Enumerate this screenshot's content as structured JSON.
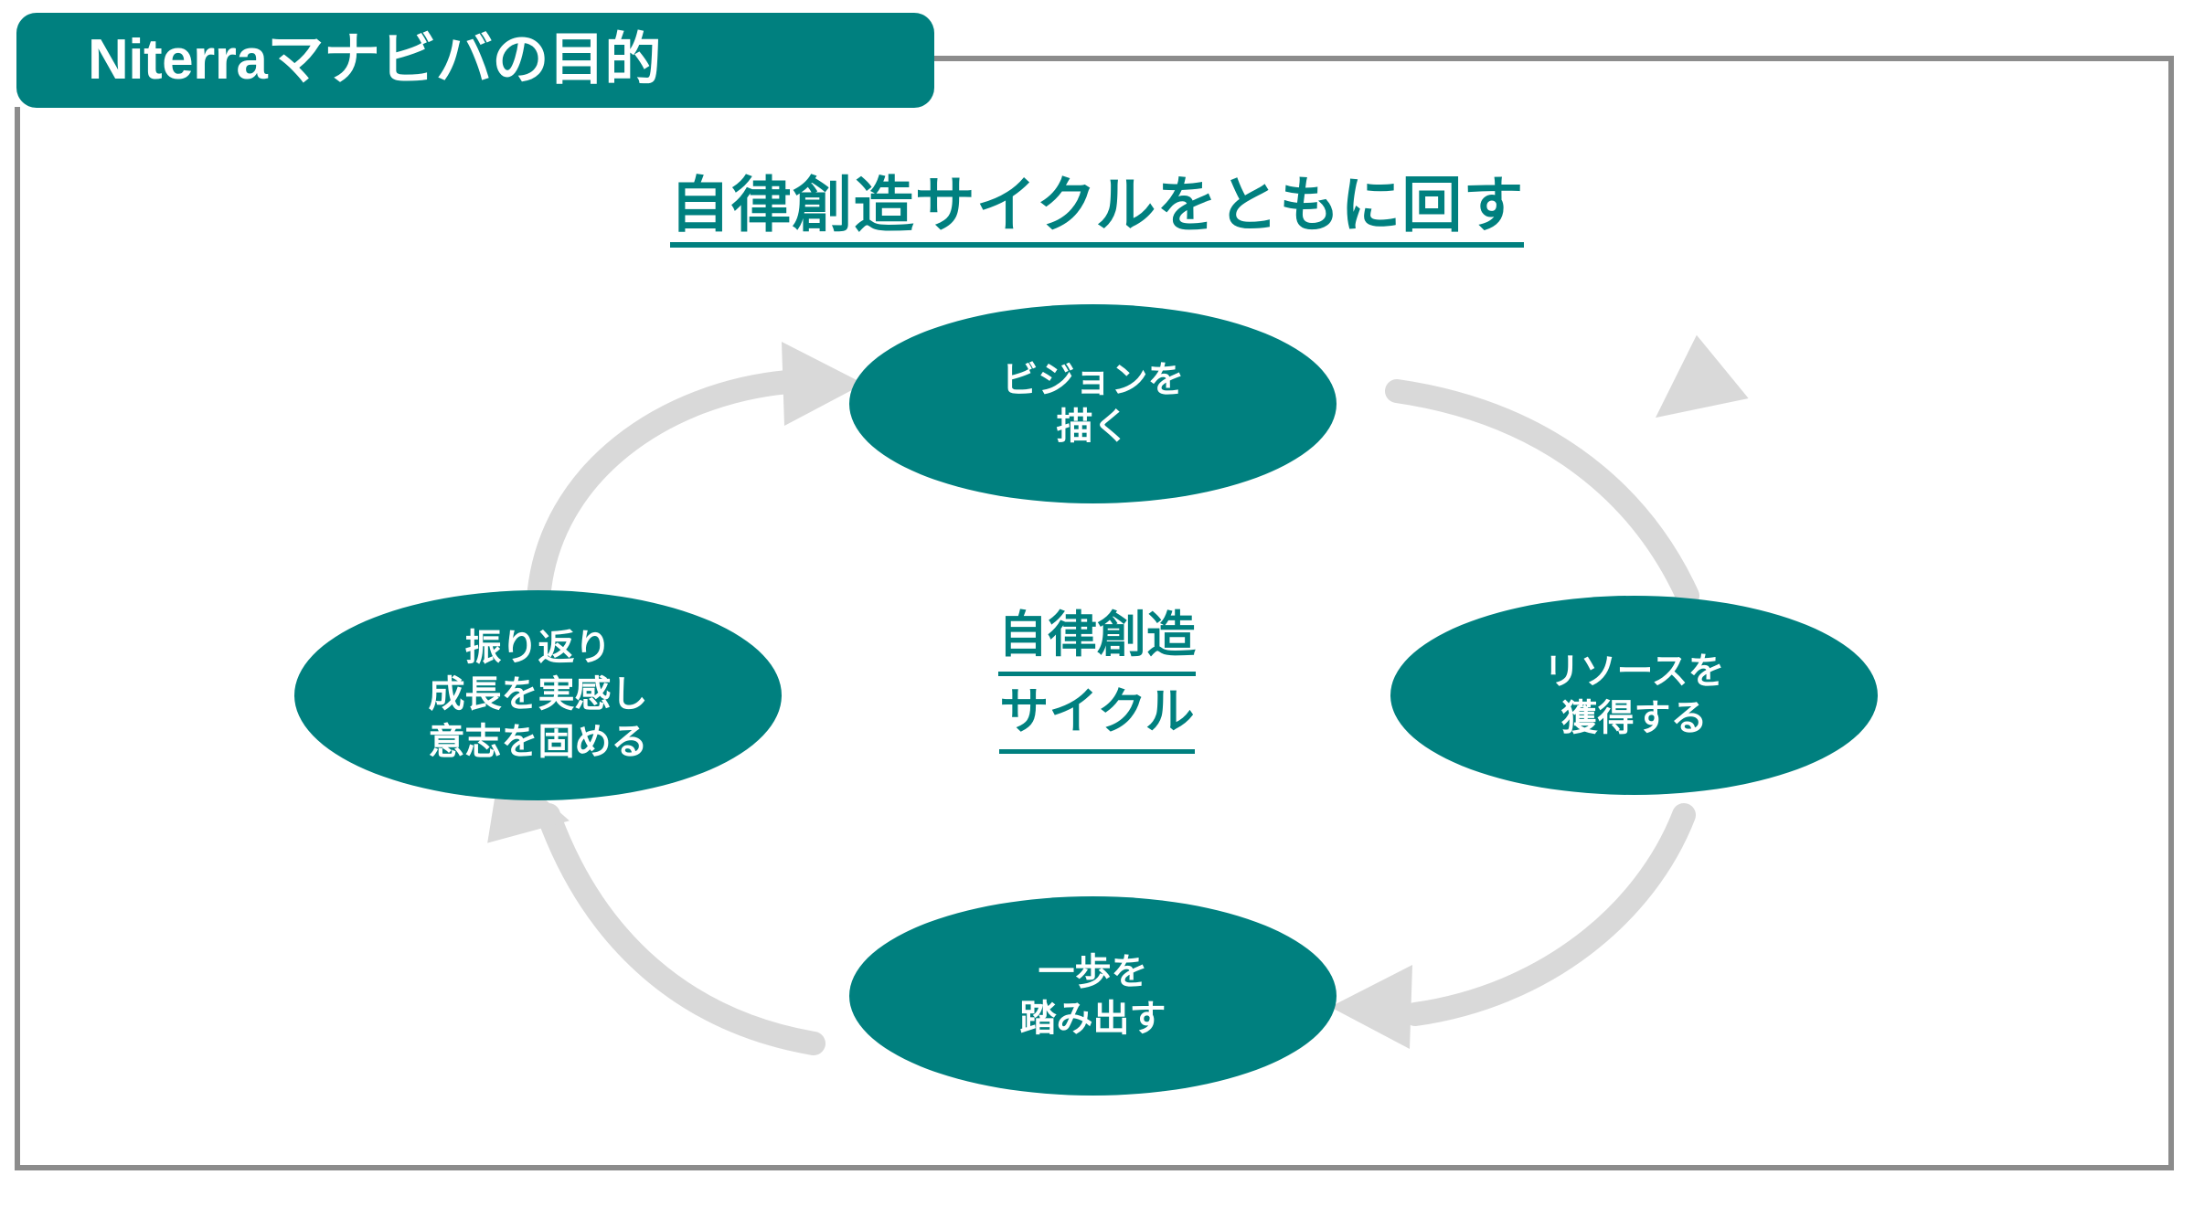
{
  "slide": {
    "title": "Niterraマナビバの目的",
    "subtitle": "自律創造サイクルをともに回す",
    "accent_color": "#00807f",
    "arrow_color": "#d9d9d9",
    "border_color": "#8c8c8c",
    "background_color": "#ffffff"
  },
  "center": {
    "line1": "自律創造",
    "line2": "サイクル"
  },
  "cycle": {
    "direction": "clockwise",
    "nodes": [
      {
        "id": "vision",
        "position": "top",
        "lines": [
          "ビジョンを",
          "描く"
        ]
      },
      {
        "id": "resource",
        "position": "right",
        "lines": [
          "リソースを",
          "獲得する"
        ]
      },
      {
        "id": "step",
        "position": "bottom",
        "lines": [
          "一歩を",
          "踏み出す"
        ]
      },
      {
        "id": "reflect",
        "position": "left",
        "lines": [
          "振り返り",
          "成長を実感し",
          "意志を固める"
        ]
      }
    ],
    "arrows": [
      {
        "id": "arrow-reflect-to-vision",
        "from": "reflect",
        "to": "vision"
      },
      {
        "id": "arrow-vision-to-resource",
        "from": "vision",
        "to": "resource"
      },
      {
        "id": "arrow-resource-to-step",
        "from": "resource",
        "to": "step"
      },
      {
        "id": "arrow-step-to-reflect",
        "from": "step",
        "to": "reflect"
      }
    ]
  }
}
